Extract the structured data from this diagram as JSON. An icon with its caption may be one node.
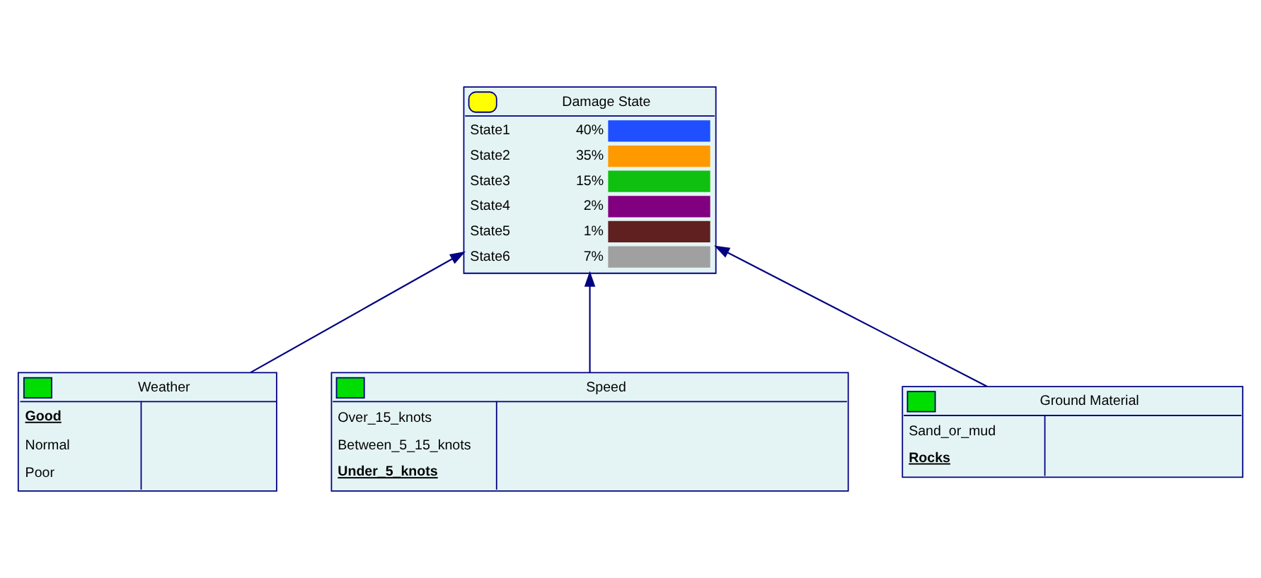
{
  "diagram": {
    "nodes": [
      {
        "text": [
          "Damage State",
          "State1",
          "40%",
          "State2",
          "35%",
          "State3",
          "15%",
          "State4",
          "2%",
          "State5",
          "1%",
          "State6",
          "7%"
        ]
      },
      {
        "text": [
          "Weather",
          "Good",
          "Normal",
          "Poor"
        ]
      },
      {
        "text": [
          "Speed",
          "Over_15_knots",
          "Between_5_15_knots",
          "Under_5_knots"
        ]
      },
      {
        "text": [
          "Ground Material",
          "Sand_or_mud",
          "Rocks"
        ]
      }
    ],
    "edges": [
      {
        "from": 1,
        "to": 0,
        "arrow": "to"
      },
      {
        "from": 2,
        "to": 0,
        "arrow": "to"
      },
      {
        "from": 3,
        "to": 0,
        "arrow": "to"
      }
    ]
  }
}
